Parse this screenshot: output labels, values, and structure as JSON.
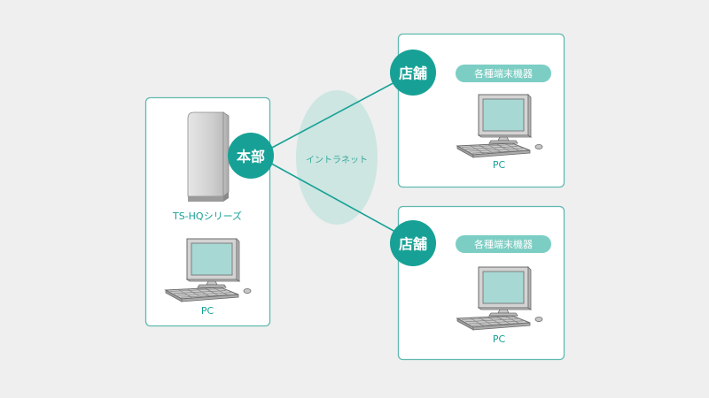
{
  "colors": {
    "teal": "#17a196",
    "border": "#5fb9b0",
    "cloud": "#cde6e1",
    "pill": "#7ccec4",
    "screen": "#a8d8d3",
    "background": "#efefef"
  },
  "network": {
    "label": "イントラネット"
  },
  "hq": {
    "node_label": "本部",
    "server_label": "TS-HQシリーズ",
    "pc_label": "PC",
    "server_icon": "tower-server-icon",
    "pc_icon": "desktop-pc-icon"
  },
  "branches": [
    {
      "node_label": "店舗",
      "devices_label": "各種端末機器",
      "pc_label": "PC",
      "pc_icon": "desktop-pc-icon"
    },
    {
      "node_label": "店舗",
      "devices_label": "各種端末機器",
      "pc_label": "PC",
      "pc_icon": "desktop-pc-icon"
    }
  ]
}
